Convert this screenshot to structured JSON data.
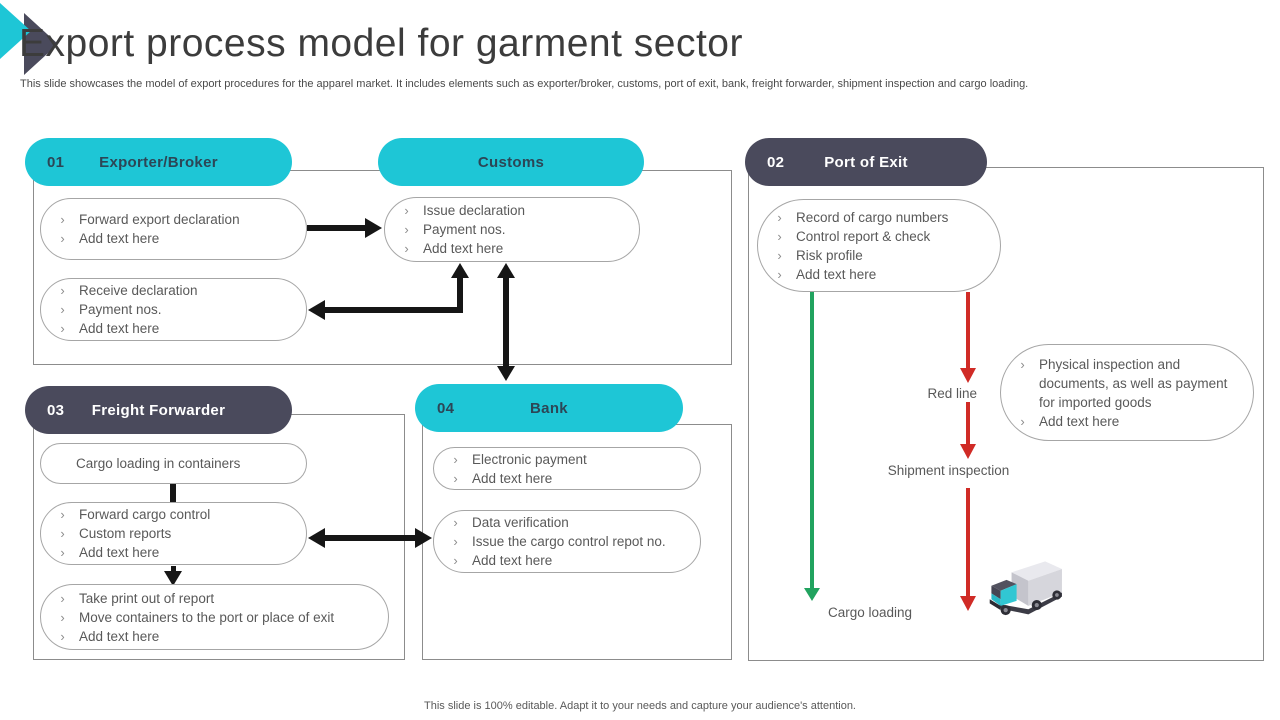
{
  "header": {
    "title": "Export process model for garment sector",
    "subtitle": "This slide showcases the model of export procedures for the apparel market. It includes elements such as exporter/broker, customs, port of exit,  bank, freight forwarder, shipment inspection and cargo loading."
  },
  "footer": {
    "note": "This slide is 100% editable. Adapt it to your needs and capture your audience's attention."
  },
  "icons": {
    "bullet": "›",
    "truck": "delivery-truck"
  },
  "colors": {
    "teal": "#1ec6d6",
    "dark_slate": "#4a4a5c",
    "arrow_black": "#161616",
    "green_line": "#21a35f",
    "red_line": "#d02b26"
  },
  "sections": {
    "exporter": {
      "number": "01",
      "label": "Exporter/Broker"
    },
    "customs": {
      "label": "Customs"
    },
    "port_of_exit": {
      "number": "02",
      "label": "Port of Exit"
    },
    "freight_forwarder": {
      "number": "03",
      "label": "Freight Forwarder"
    },
    "bank": {
      "number": "04",
      "label": "Bank"
    }
  },
  "bubbles": {
    "forward_export": {
      "items": [
        "Forward export declaration",
        "Add text here"
      ]
    },
    "issue_declaration": {
      "items": [
        "Issue declaration",
        "Payment nos.",
        "Add text here"
      ]
    },
    "receive_declaration": {
      "items": [
        "Receive declaration",
        "Payment nos.",
        "Add text here"
      ]
    },
    "record_cargo": {
      "items": [
        "Record of cargo numbers",
        "Control report & check",
        "Risk profile",
        "Add text here"
      ]
    },
    "physical_inspection": {
      "items": [
        "Physical inspection and documents,  as well as payment  for imported goods",
        "Add text here"
      ]
    },
    "cargo_containers": {
      "text": "Cargo loading in containers"
    },
    "forward_cargo_control": {
      "items": [
        "Forward cargo control",
        "Custom reports",
        "Add text here"
      ]
    },
    "take_print": {
      "items": [
        "Take print out of report",
        "Move containers to the port or place of exit",
        "Add text here"
      ]
    },
    "electronic_payment": {
      "items": [
        "Electronic payment",
        "Add text here"
      ]
    },
    "data_verification": {
      "items": [
        "Data verification",
        "Issue the cargo control repot no.",
        "Add text here"
      ]
    }
  },
  "flow_labels": {
    "red_line": "Red line",
    "shipment_inspection": "Shipment inspection",
    "cargo_loading": "Cargo loading"
  }
}
